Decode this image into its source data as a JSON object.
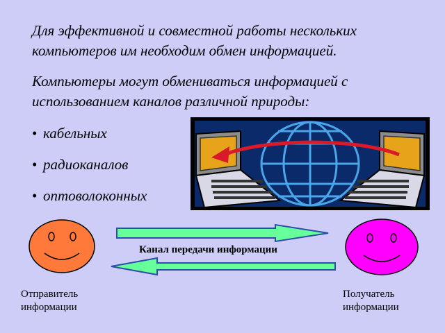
{
  "paragraphs": {
    "p1": "Для эффективной и совместной работы нескольких компьютеров им необходим обмен информацией.",
    "p2": " Компьютеры могут обмениваться информацией с использованием каналов различной природы:"
  },
  "bullets": [
    "кабельных",
    "радиоканалов",
    "оптоволоконных"
  ],
  "channel_label": "Канал передачи информации",
  "sender": {
    "line1": "Отправитель",
    "line2": "информации"
  },
  "receiver": {
    "line1": "Получатель",
    "line2": "информации"
  },
  "colors": {
    "background": "#cdcdf7",
    "sender_face": "#ff7a3a",
    "receiver_face": "#ff00ff",
    "arrow_fill": "#66ff99",
    "arrow_stroke": "#2c4ea8",
    "illustration_bg": "#0a2a6a",
    "globe_lines": "#4aa6e8",
    "screen": "#e7a41a",
    "keyboard": "#d8d8e6",
    "red_arrow": "#d81a2a"
  },
  "icons": {
    "illustration": "networked-computers-illustration",
    "sender_face": "smiley-face-icon",
    "receiver_face": "smiley-face-icon",
    "arrow_right": "arrow-right-icon",
    "arrow_left": "arrow-left-icon"
  }
}
